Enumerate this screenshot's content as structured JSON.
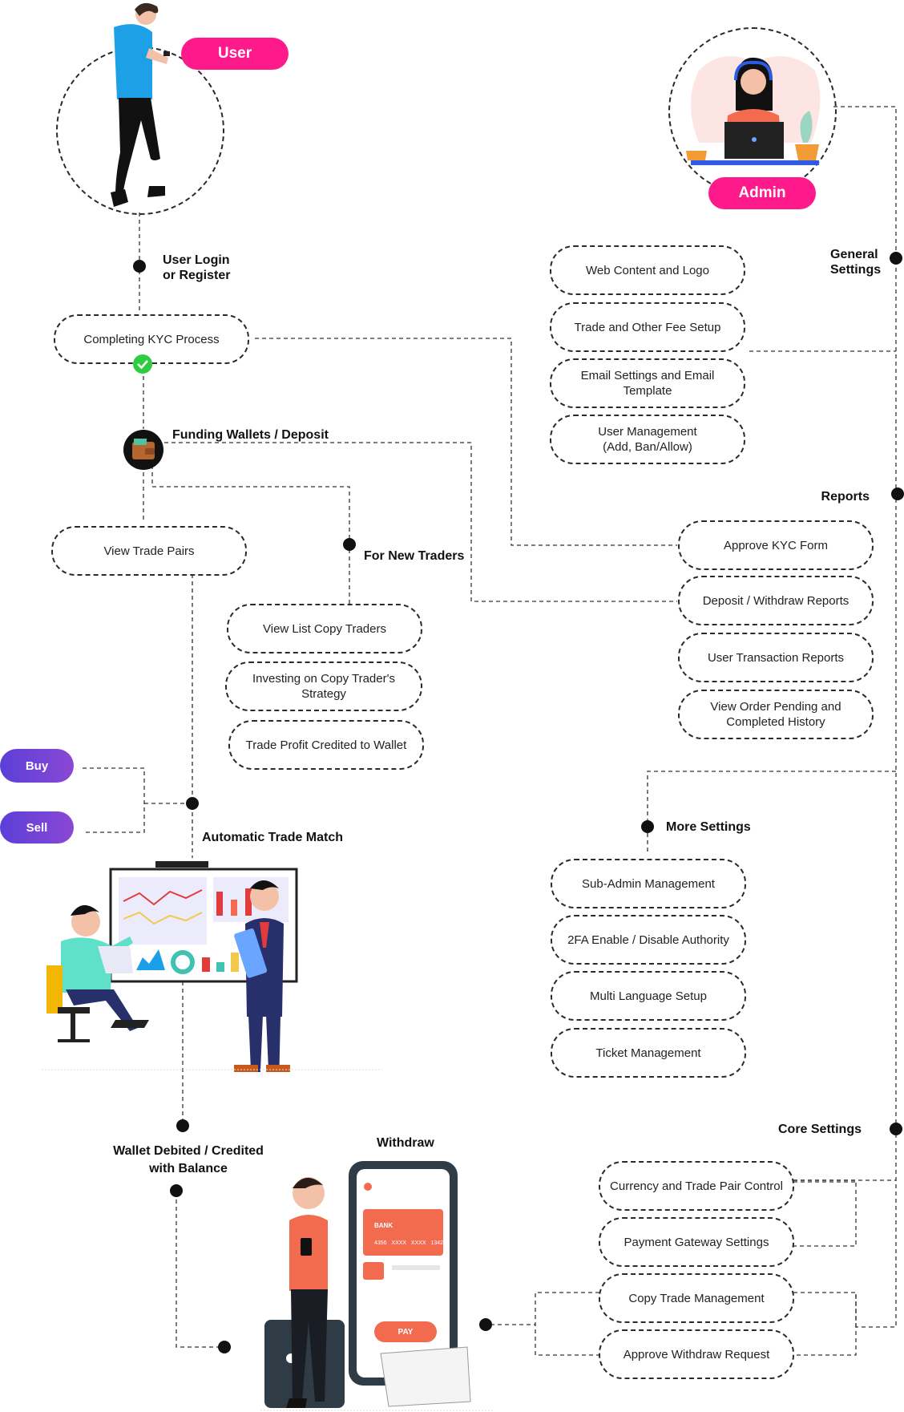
{
  "user": {
    "label": "User"
  },
  "admin": {
    "label": "Admin"
  },
  "user_flow": {
    "login": "User Login\nor Register",
    "kyc": "Completing KYC Process",
    "funding": "Funding Wallets / Deposit",
    "view_pairs": "View Trade Pairs",
    "new_traders": "For New Traders",
    "copy_list": "View List Copy Traders",
    "investing": "Investing on Copy Trader's  Strategy",
    "profit": "Trade Profit Credited to Wallet",
    "buy": "Buy",
    "sell": "Sell",
    "auto_match": "Automatic Trade Match",
    "wallet_debited": "Wallet Debited / Credited\nwith Balance",
    "withdraw": "Withdraw"
  },
  "admin_flow": {
    "general_settings": "General\nSettings",
    "web_content": "Web Content and Logo",
    "trade_fee": "Trade and Other Fee Setup",
    "email": "Email Settings and Email Template",
    "user_mgmt": "User Management\n(Add, Ban/Allow)",
    "reports": "Reports",
    "approve_kyc": "Approve KYC Form",
    "deposit_reports": "Deposit / Withdraw Reports",
    "transaction_reports": "User Transaction Reports",
    "order_history": "View Order Pending and\nCompleted History",
    "more_settings": "More Settings",
    "sub_admin": "Sub-Admin Management",
    "twofa": "2FA Enable / Disable Authority",
    "multi_lang": "Multi Language Setup",
    "ticket": "Ticket Management",
    "core_settings": "Core Settings",
    "currency": "Currency and Trade Pair Control",
    "payment": "Payment Gateway Settings",
    "copy_trade": "Copy Trade Management",
    "approve_withdraw": "Approve Withdraw Request"
  },
  "phone": {
    "bank": "BANK",
    "card_number": "4356   XXXX   XXXX   1342",
    "pay": "PAY"
  },
  "colors": {
    "pink": "#ff1a8c",
    "purple": "#6a44d6",
    "orange": "#f26b4f",
    "blue": "#1aa0e8"
  }
}
